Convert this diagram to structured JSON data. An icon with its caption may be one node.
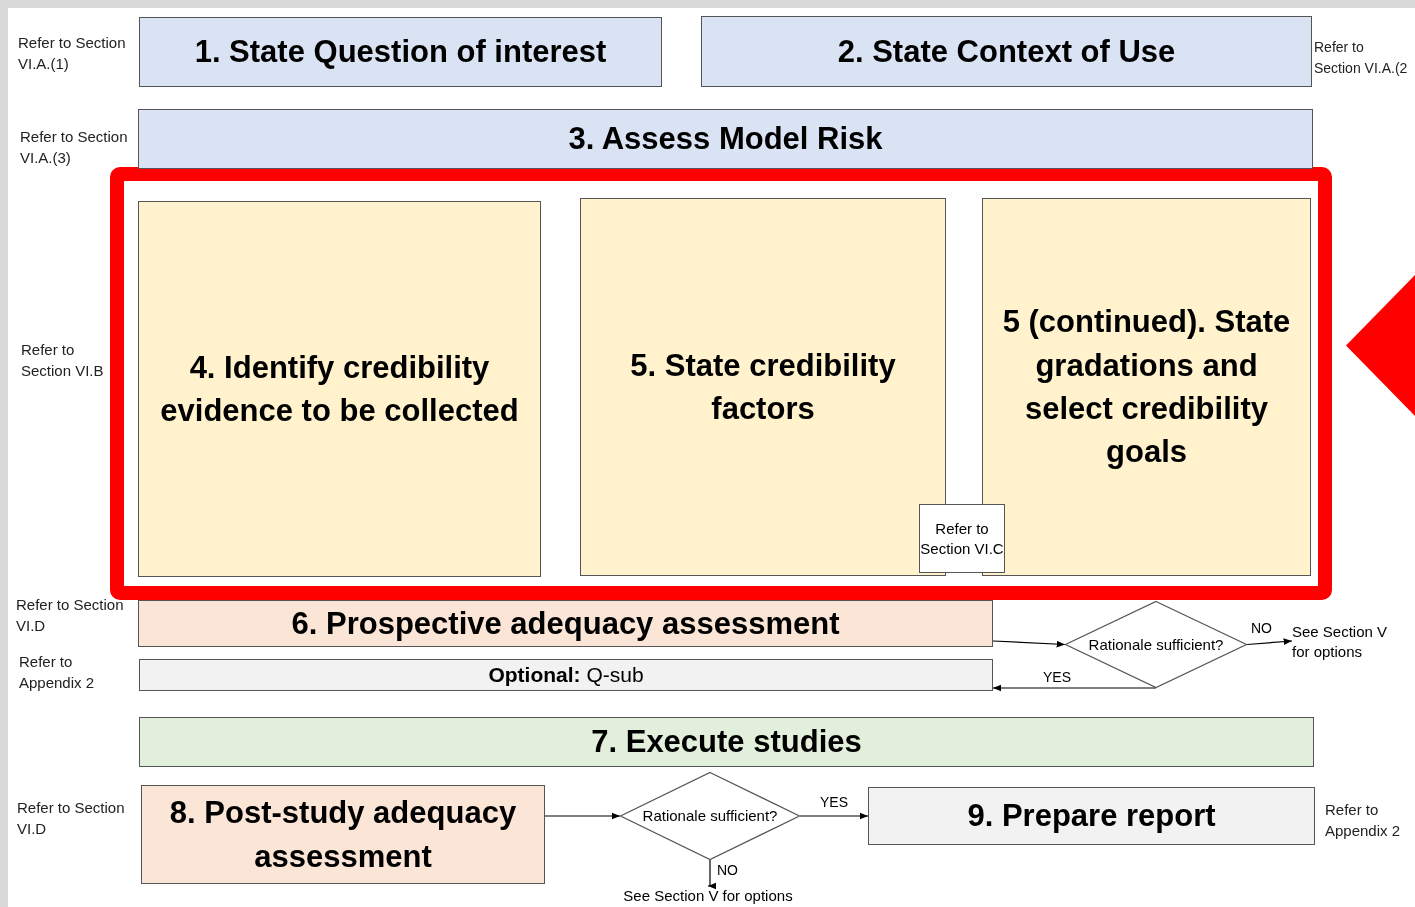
{
  "diagram": {
    "nodes": [
      {
        "text": [
          "1. State Question of interest"
        ],
        "beside": [
          "Refer to Section VI.A.(1)"
        ]
      },
      {
        "text": [
          "2. State Context of Use"
        ],
        "beside": [
          "Refer to Section VI.A.(2"
        ]
      },
      {
        "text": [
          "3. Assess Model Risk"
        ],
        "beside": [
          "Refer to Section VI.A.(3)"
        ]
      },
      {
        "text": [
          "4. Identify credibility evidence to be collected"
        ]
      },
      {
        "text": [
          "5. State credibility factors"
        ]
      },
      {
        "text": [
          "5 (continued). State gradations and select credibility goals"
        ]
      },
      {
        "text": [
          "Refer to Section VI.C"
        ]
      },
      {
        "text": [
          "6. Prospective adequacy assessment"
        ],
        "beside": [
          "Refer to Section VI.D"
        ]
      },
      {
        "text": [
          "**Optional:** Q-sub"
        ],
        "beside": [
          "Refer to Appendix 2"
        ]
      },
      {
        "text": [
          "Rationale sufficient?"
        ]
      },
      {
        "text": [
          "See Section V for options"
        ]
      },
      {
        "text": [
          "7. Execute studies"
        ]
      },
      {
        "text": [
          "8. Post-study adequacy assessment"
        ],
        "beside": [
          "Refer to Section VI.D"
        ]
      },
      {
        "text": [
          "Rationale sufficient?"
        ]
      },
      {
        "text": [
          "9. Prepare report"
        ],
        "beside": [
          "Refer to Appendix 2"
        ]
      },
      {
        "text": [
          "See Section V for options"
        ]
      },
      {
        "text": [],
        "shape": "triangle"
      }
    ],
    "edges": [
      {
        "from": 7,
        "to": 9,
        "arrow": "to"
      },
      {
        "from": 9,
        "to": 10,
        "arrow": "to",
        "label": "NO"
      },
      {
        "from": 9,
        "to": 8,
        "arrow": "to",
        "label": "YES"
      },
      {
        "from": 12,
        "to": 13,
        "arrow": "to"
      },
      {
        "from": 13,
        "to": 14,
        "arrow": "to",
        "label": "YES"
      },
      {
        "from": 13,
        "to": 15,
        "arrow": "to",
        "label": "NO"
      }
    ],
    "labels": [
      "Refer to Section VI.B"
    ]
  }
}
